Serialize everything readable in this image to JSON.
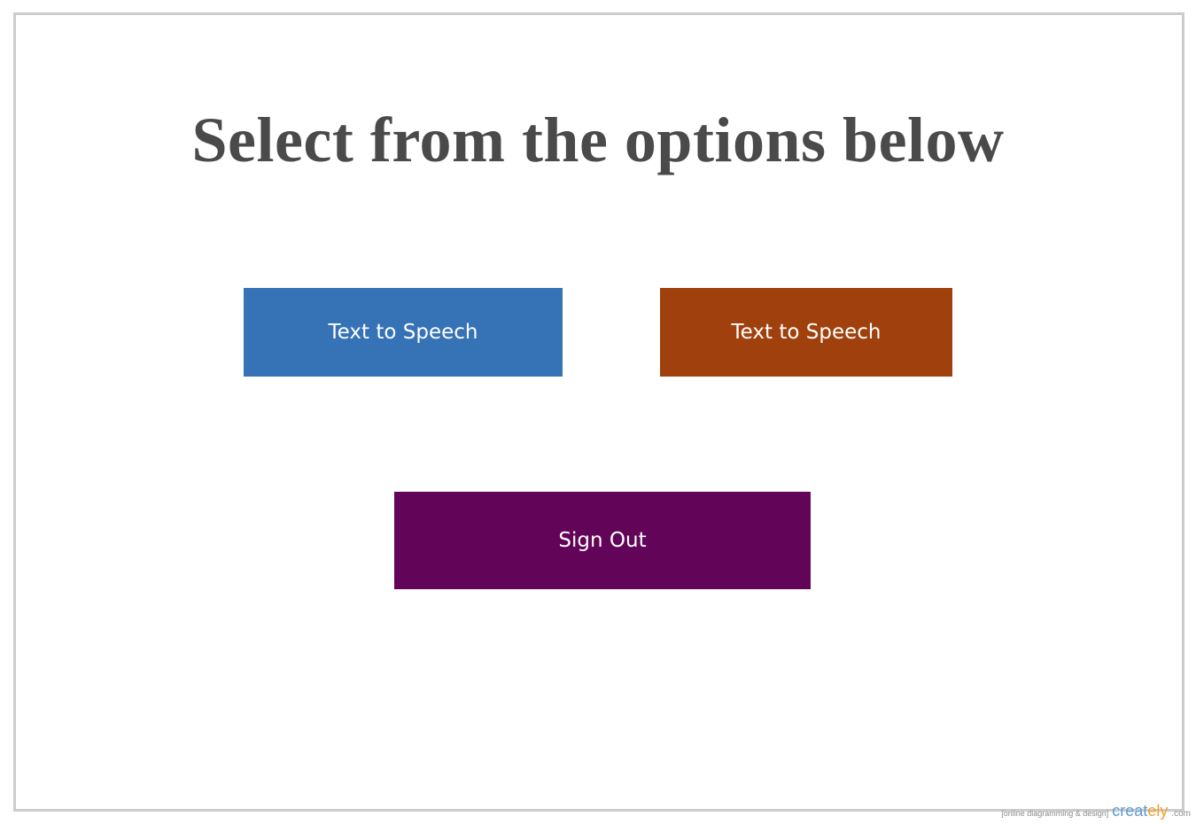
{
  "page": {
    "title": "Select from the options below"
  },
  "buttons": {
    "tts_blue": {
      "label": "Text to Speech",
      "color": "#3572b6"
    },
    "tts_orange": {
      "label": "Text to Speech",
      "color": "#a0410d"
    },
    "sign_out": {
      "label": "Sign Out",
      "color": "#620558"
    }
  },
  "watermark": {
    "tagline": "[online diagramming & design]",
    "brand_main": "creat",
    "brand_accent": "ely",
    "domain": ".com"
  }
}
